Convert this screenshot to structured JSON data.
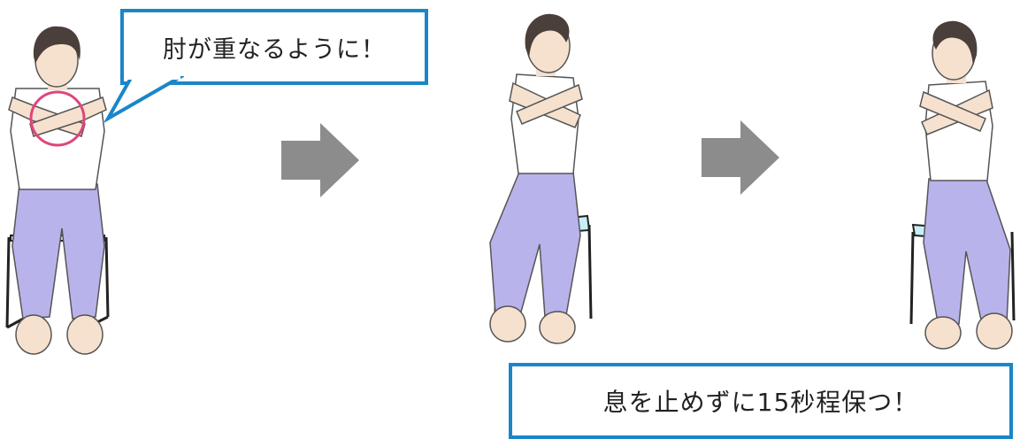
{
  "callouts": {
    "top_text": "肘が重なるように！",
    "bottom_text": "息を止めずに15秒程保つ！"
  },
  "colors": {
    "callout_border": "#1a86c8",
    "highlight_circle": "#e0457b",
    "arrow": "#8c8c8c",
    "pants": "#b9b3ec",
    "chair_seat": "#c9eef7",
    "hair": "#4a3f3a",
    "skin": "#f6e1cf"
  },
  "figures": [
    {
      "pose": "front-facing, arms crossed"
    },
    {
      "pose": "torso rotated to the right"
    },
    {
      "pose": "torso rotated to the left"
    }
  ],
  "icons": [
    "right-arrow-icon",
    "right-arrow-icon"
  ]
}
